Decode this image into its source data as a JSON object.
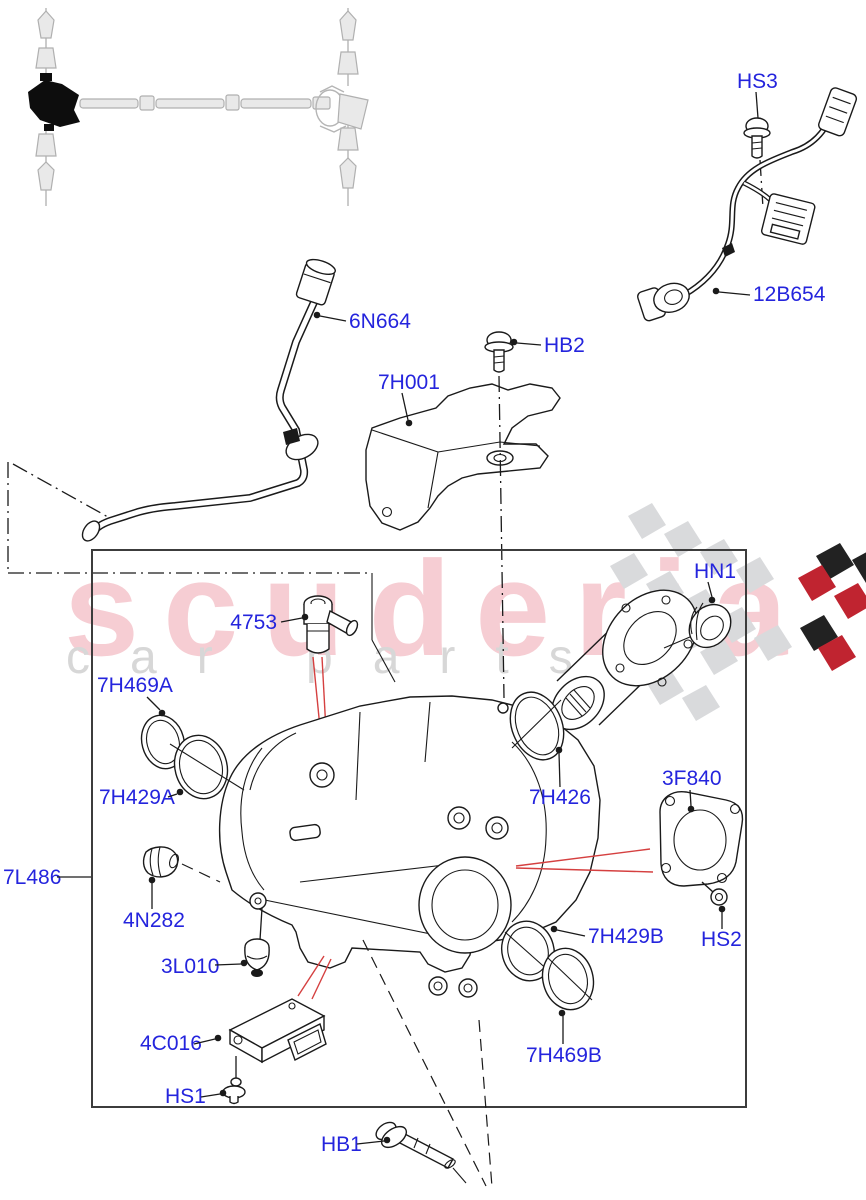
{
  "watermark": {
    "brand": "scuderia",
    "subtext": "car parts"
  },
  "colors": {
    "label_blue": "#2424dd",
    "leader_red": "#d54040",
    "watermark_pink": "#f6cdd3",
    "watermark_gray": "#d7d7d7",
    "checker_gray": "#d9dadc",
    "checker_red": "#c02430",
    "checker_black": "#222222",
    "line": "#1a1a1a"
  },
  "parts": {
    "hs3": {
      "label": "HS3"
    },
    "harness": {
      "label": "12B654"
    },
    "tube": {
      "label": "6N664"
    },
    "bracket": {
      "label": "7H001"
    },
    "hb2": {
      "label": "HB2"
    },
    "sensor": {
      "label": "4753"
    },
    "hn1": {
      "label": "HN1"
    },
    "seal_7h469a": {
      "label": "7H469A"
    },
    "seal_7h429a": {
      "label": "7H429A"
    },
    "seal_7h426": {
      "label": "7H426"
    },
    "cover": {
      "label": "3F840"
    },
    "case": {
      "label": "7L486"
    },
    "plug_4n282": {
      "label": "4N282"
    },
    "plug_3l010": {
      "label": "3L010"
    },
    "module": {
      "label": "4C016"
    },
    "hs1": {
      "label": "HS1"
    },
    "seal_7h429b": {
      "label": "7H429B"
    },
    "hs2": {
      "label": "HS2"
    },
    "seal_7h469b": {
      "label": "7H469B"
    },
    "hb1": {
      "label": "HB1"
    }
  }
}
